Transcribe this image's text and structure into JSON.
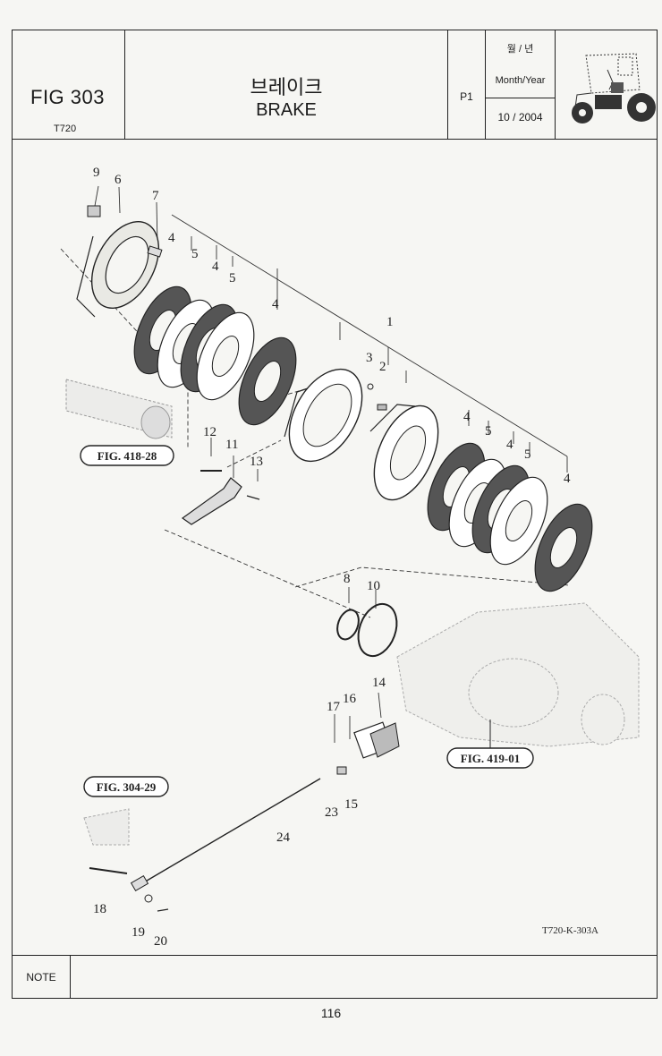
{
  "header": {
    "fig_number": "FIG 303",
    "model": "T720",
    "title_korean": "브레이크",
    "title_english": "BRAKE",
    "page_code": "P1",
    "date_label_korean": "월 / 년",
    "date_label_english": "Month/Year",
    "date_value": "10 / 2004"
  },
  "callouts": [
    "9",
    "6",
    "7",
    "4",
    "5",
    "4",
    "5",
    "4",
    "1",
    "3",
    "2",
    "4",
    "5",
    "4",
    "5",
    "4",
    "12",
    "11",
    "13",
    "8",
    "10",
    "14",
    "17",
    "16",
    "15",
    "23",
    "24",
    "18",
    "19",
    "20"
  ],
  "references": [
    "FIG. 418-28",
    "FIG. 419-01",
    "FIG. 304-29"
  ],
  "drawing_number": "T720-K-303A",
  "footer": {
    "note_label": "NOTE",
    "page_number": "116"
  }
}
